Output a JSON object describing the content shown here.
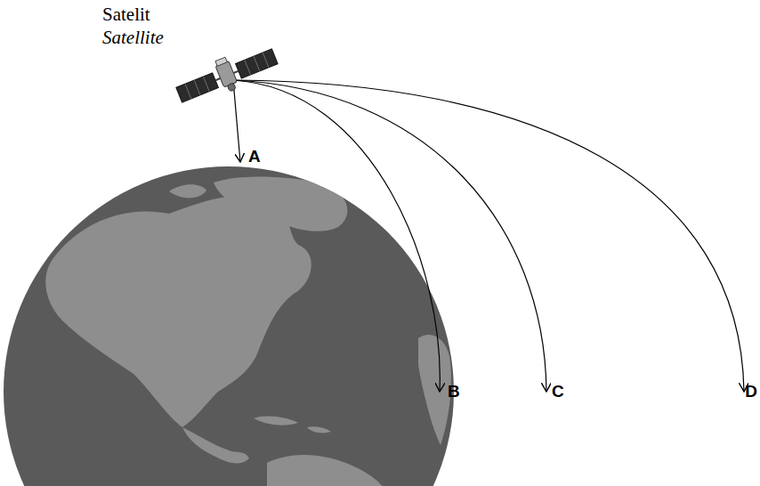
{
  "diagram": {
    "labels": [
      "Satelit",
      "Satellite",
      "A",
      "B",
      "C",
      "D"
    ]
  }
}
